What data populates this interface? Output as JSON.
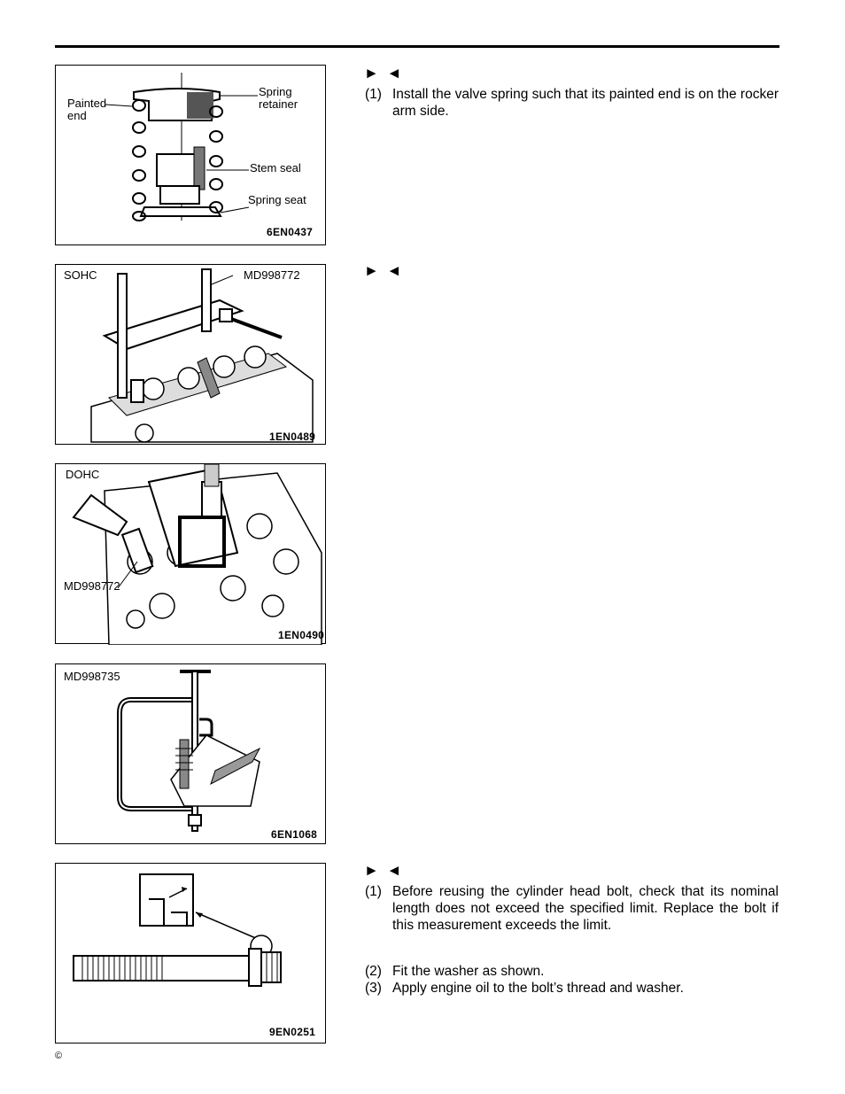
{
  "figures": [
    {
      "labels": [
        "Painted end",
        "Spring retainer",
        "Stem seal",
        "Spring seat"
      ],
      "code": "6EN0437"
    },
    {
      "labels": [
        "SOHC",
        "MD998772"
      ],
      "code": "1EN0489"
    },
    {
      "labels": [
        "DOHC",
        "MD998772"
      ],
      "code": "1EN0490"
    },
    {
      "labels": [
        "MD998735"
      ],
      "code": "6EN1068"
    },
    {
      "labels": [],
      "code": "9EN0251"
    }
  ],
  "sections": [
    {
      "arrows": "► ◄",
      "steps": [
        {
          "num": "(1)",
          "text": "Install the valve spring such that its painted end is on the rocker arm side."
        }
      ]
    },
    {
      "arrows": "► ◄",
      "steps": []
    },
    {
      "arrows": "► ◄",
      "steps": [
        {
          "num": "(1)",
          "text": "Before reusing the cylinder head bolt, check that its nominal length does not exceed the specified limit. Replace the bolt if this measurement exceeds the limit."
        },
        {
          "num": "(2)",
          "text": "Fit the washer as shown."
        },
        {
          "num": "(3)",
          "text": "Apply engine oil to the bolt’s thread and washer."
        }
      ]
    }
  ],
  "footer": {
    "copyright": "©"
  }
}
